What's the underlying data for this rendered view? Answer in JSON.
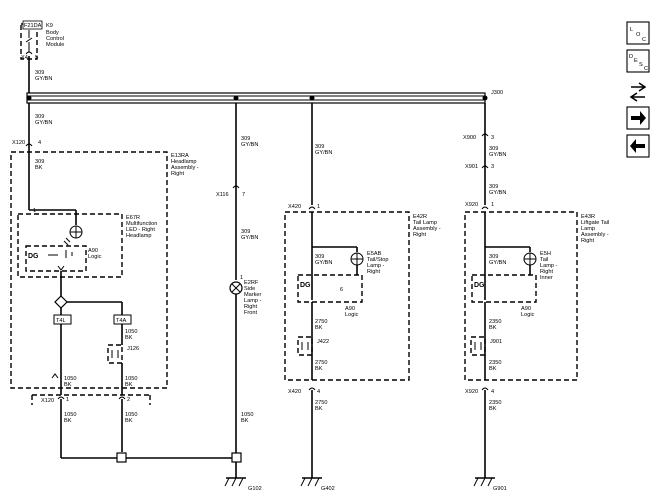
{
  "top_module": {
    "fuse": "F21DA",
    "ref": "K9",
    "name_lines": [
      "Body",
      "Control",
      "Module"
    ],
    "connector": "X4",
    "pin": "5"
  },
  "bus": {
    "label": "J300"
  },
  "wires": {
    "w1_circuit": "309",
    "w1_color": "GY/BN",
    "w2_circuit": "309",
    "w2_color": "GY/BN",
    "w3_circuit": "309",
    "w3_color": "BK",
    "w4_circuit": "309",
    "w4_color": "GY/BN",
    "w5_circuit": "309",
    "w5_color": "GY/BN"
  },
  "headlamp": {
    "connector": "X120",
    "pin": "4",
    "ref": "E13RA",
    "name_lines": [
      "Headlamp",
      "Assembly -",
      "Right"
    ],
    "led_ref": "E67R",
    "led_name_lines": [
      "Multifunction",
      "LED - Right",
      "Headlamp"
    ],
    "pin_inner": "1",
    "logic_ref": "A90",
    "logic_label": "Logic",
    "tl": "T4L",
    "ta": "T4A",
    "splice_circuit": "1050",
    "splice_color": "BK",
    "jumper": "J126",
    "out_left_circuit": "1050",
    "out_left_color": "BK",
    "out_right_circuit": "1050",
    "out_right_color": "BK",
    "out_connector": "X120",
    "out_pin_left": "1",
    "out_pin_right": "2",
    "below_left_circuit": "1050",
    "below_left_color": "BK",
    "below_right_circuit": "1050",
    "below_right_color": "BK"
  },
  "side_marker": {
    "wire_circuit": "309",
    "wire_color": "GY/BN",
    "connector": "X116",
    "pin": "7",
    "wire2_circuit": "309",
    "wire2_color": "GY/BN",
    "pin_inner": "1",
    "ref": "E2RF",
    "name_lines": [
      "Side",
      "Marker",
      "Lamp -",
      "Right",
      "Front"
    ],
    "ground_circuit": "1050",
    "ground_color": "BK",
    "ground": "G102"
  },
  "tail_lamp": {
    "circuit": "309",
    "color": "GY/BN",
    "connector": "X420",
    "pin": "1",
    "ref": "E42R",
    "name_lines": [
      "Tail Lamp",
      "Assembly -",
      "Right"
    ],
    "inner_circuit": "309",
    "inner_color": "GY/BN",
    "lamp_ref": "E5AB",
    "lamp_name_lines": [
      "Tail/Stop",
      "Lamp -",
      "Right"
    ],
    "pin_logic": "6",
    "logic_ref": "A90",
    "logic_label": "Logic",
    "c2_circuit": "2750",
    "c2_color": "BK",
    "jumper": "J422",
    "c3_circuit": "2750",
    "c3_color": "BK",
    "out_connector": "X420",
    "out_pin": "4",
    "c4_circuit": "2750",
    "c4_color": "BK",
    "ground": "G402"
  },
  "liftgate": {
    "connector_a": "X900",
    "pin_a": "3",
    "circuit_a": "309",
    "color_a": "GY/BN",
    "connector_b": "X901",
    "pin_b": "3",
    "circuit_b": "309",
    "color_b": "GY/BN",
    "connector_c": "X920",
    "pin_c": "1",
    "ref": "E43R",
    "name_lines": [
      "Liftgate Tail",
      "Lamp",
      "Assembly -",
      "Right"
    ],
    "inner_circuit": "309",
    "inner_color": "GY/BN",
    "lamp_ref": "E5H",
    "lamp_name_lines": [
      "Tail",
      "Lamp -",
      "Right",
      "Inner"
    ],
    "logic_ref": "A90",
    "logic_label": "Logic",
    "c2_circuit": "2350",
    "c2_color": "BK",
    "jumper": "J901",
    "c3_circuit": "2350",
    "c3_color": "BK",
    "out_connector": "X920",
    "out_pin": "4",
    "c4_circuit": "2350",
    "c4_color": "BK",
    "ground": "G901"
  },
  "logic_glyph": "DG",
  "toolbar": {
    "loc_lines": [
      "L",
      "O",
      "C"
    ],
    "desc_lines": [
      "D",
      "E",
      "S",
      "C"
    ],
    "icons": [
      "connector-icon",
      "arrow-right-icon",
      "arrow-left-icon"
    ]
  }
}
